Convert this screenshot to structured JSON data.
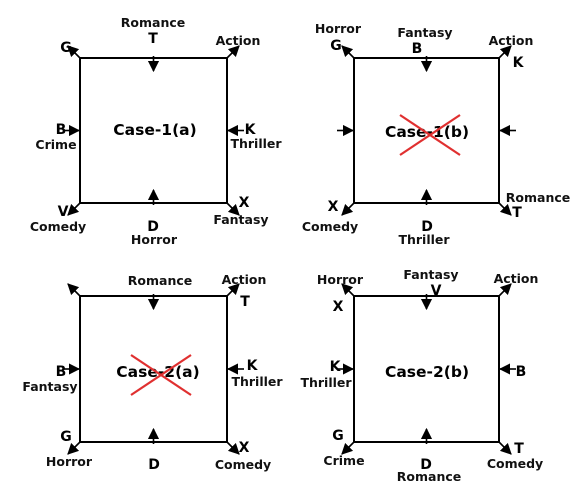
{
  "cases": [
    {
      "title": "Case-1(a)",
      "crossed": false,
      "corners": {
        "tl": {
          "letter": "G",
          "genre": ""
        },
        "tr": {
          "letter": "",
          "genre": "Action"
        },
        "bl": {
          "letter": "V",
          "genre": "Comedy"
        },
        "br": {
          "letter": "X",
          "genre": "Fantasy"
        }
      },
      "sides": {
        "top": {
          "letter": "T",
          "genre": "Romance"
        },
        "bottom": {
          "letter": "D",
          "genre": "Horror"
        },
        "left": {
          "letter": "B",
          "genre": "Crime"
        },
        "right": {
          "letter": "K",
          "genre": "Thriller"
        }
      }
    },
    {
      "title": "Case-1(b)",
      "crossed": true,
      "corners": {
        "tl": {
          "letter": "G",
          "genre": "Horror"
        },
        "tr": {
          "letter": "K",
          "genre": "Action"
        },
        "bl": {
          "letter": "X",
          "genre": "Comedy"
        },
        "br": {
          "letter": "T",
          "genre": "Romance"
        }
      },
      "sides": {
        "top": {
          "letter": "B",
          "genre": "Fantasy"
        },
        "bottom": {
          "letter": "D",
          "genre": "Thriller"
        },
        "left": {
          "letter": "",
          "genre": ""
        },
        "right": {
          "letter": "",
          "genre": ""
        }
      }
    },
    {
      "title": "Case-2(a)",
      "crossed": true,
      "corners": {
        "tl": {
          "letter": "",
          "genre": ""
        },
        "tr": {
          "letter": "T",
          "genre": "Action"
        },
        "bl": {
          "letter": "G",
          "genre": "Horror"
        },
        "br": {
          "letter": "X",
          "genre": "Comedy"
        }
      },
      "sides": {
        "top": {
          "letter": "",
          "genre": "Romance"
        },
        "bottom": {
          "letter": "D",
          "genre": ""
        },
        "left": {
          "letter": "B",
          "genre": "Fantasy"
        },
        "right": {
          "letter": "K",
          "genre": "Thriller"
        }
      }
    },
    {
      "title": "Case-2(b)",
      "crossed": false,
      "corners": {
        "tl": {
          "letter": "X",
          "genre": "Horror"
        },
        "tr": {
          "letter": "",
          "genre": "Action"
        },
        "bl": {
          "letter": "G",
          "genre": "Crime"
        },
        "br": {
          "letter": "T",
          "genre": "Comedy"
        }
      },
      "sides": {
        "top": {
          "letter": "V",
          "genre": "Fantasy"
        },
        "bottom": {
          "letter": "D",
          "genre": "Romance"
        },
        "left": {
          "letter": "K",
          "genre": "Thriller"
        },
        "right": {
          "letter": "B",
          "genre": ""
        }
      }
    }
  ]
}
